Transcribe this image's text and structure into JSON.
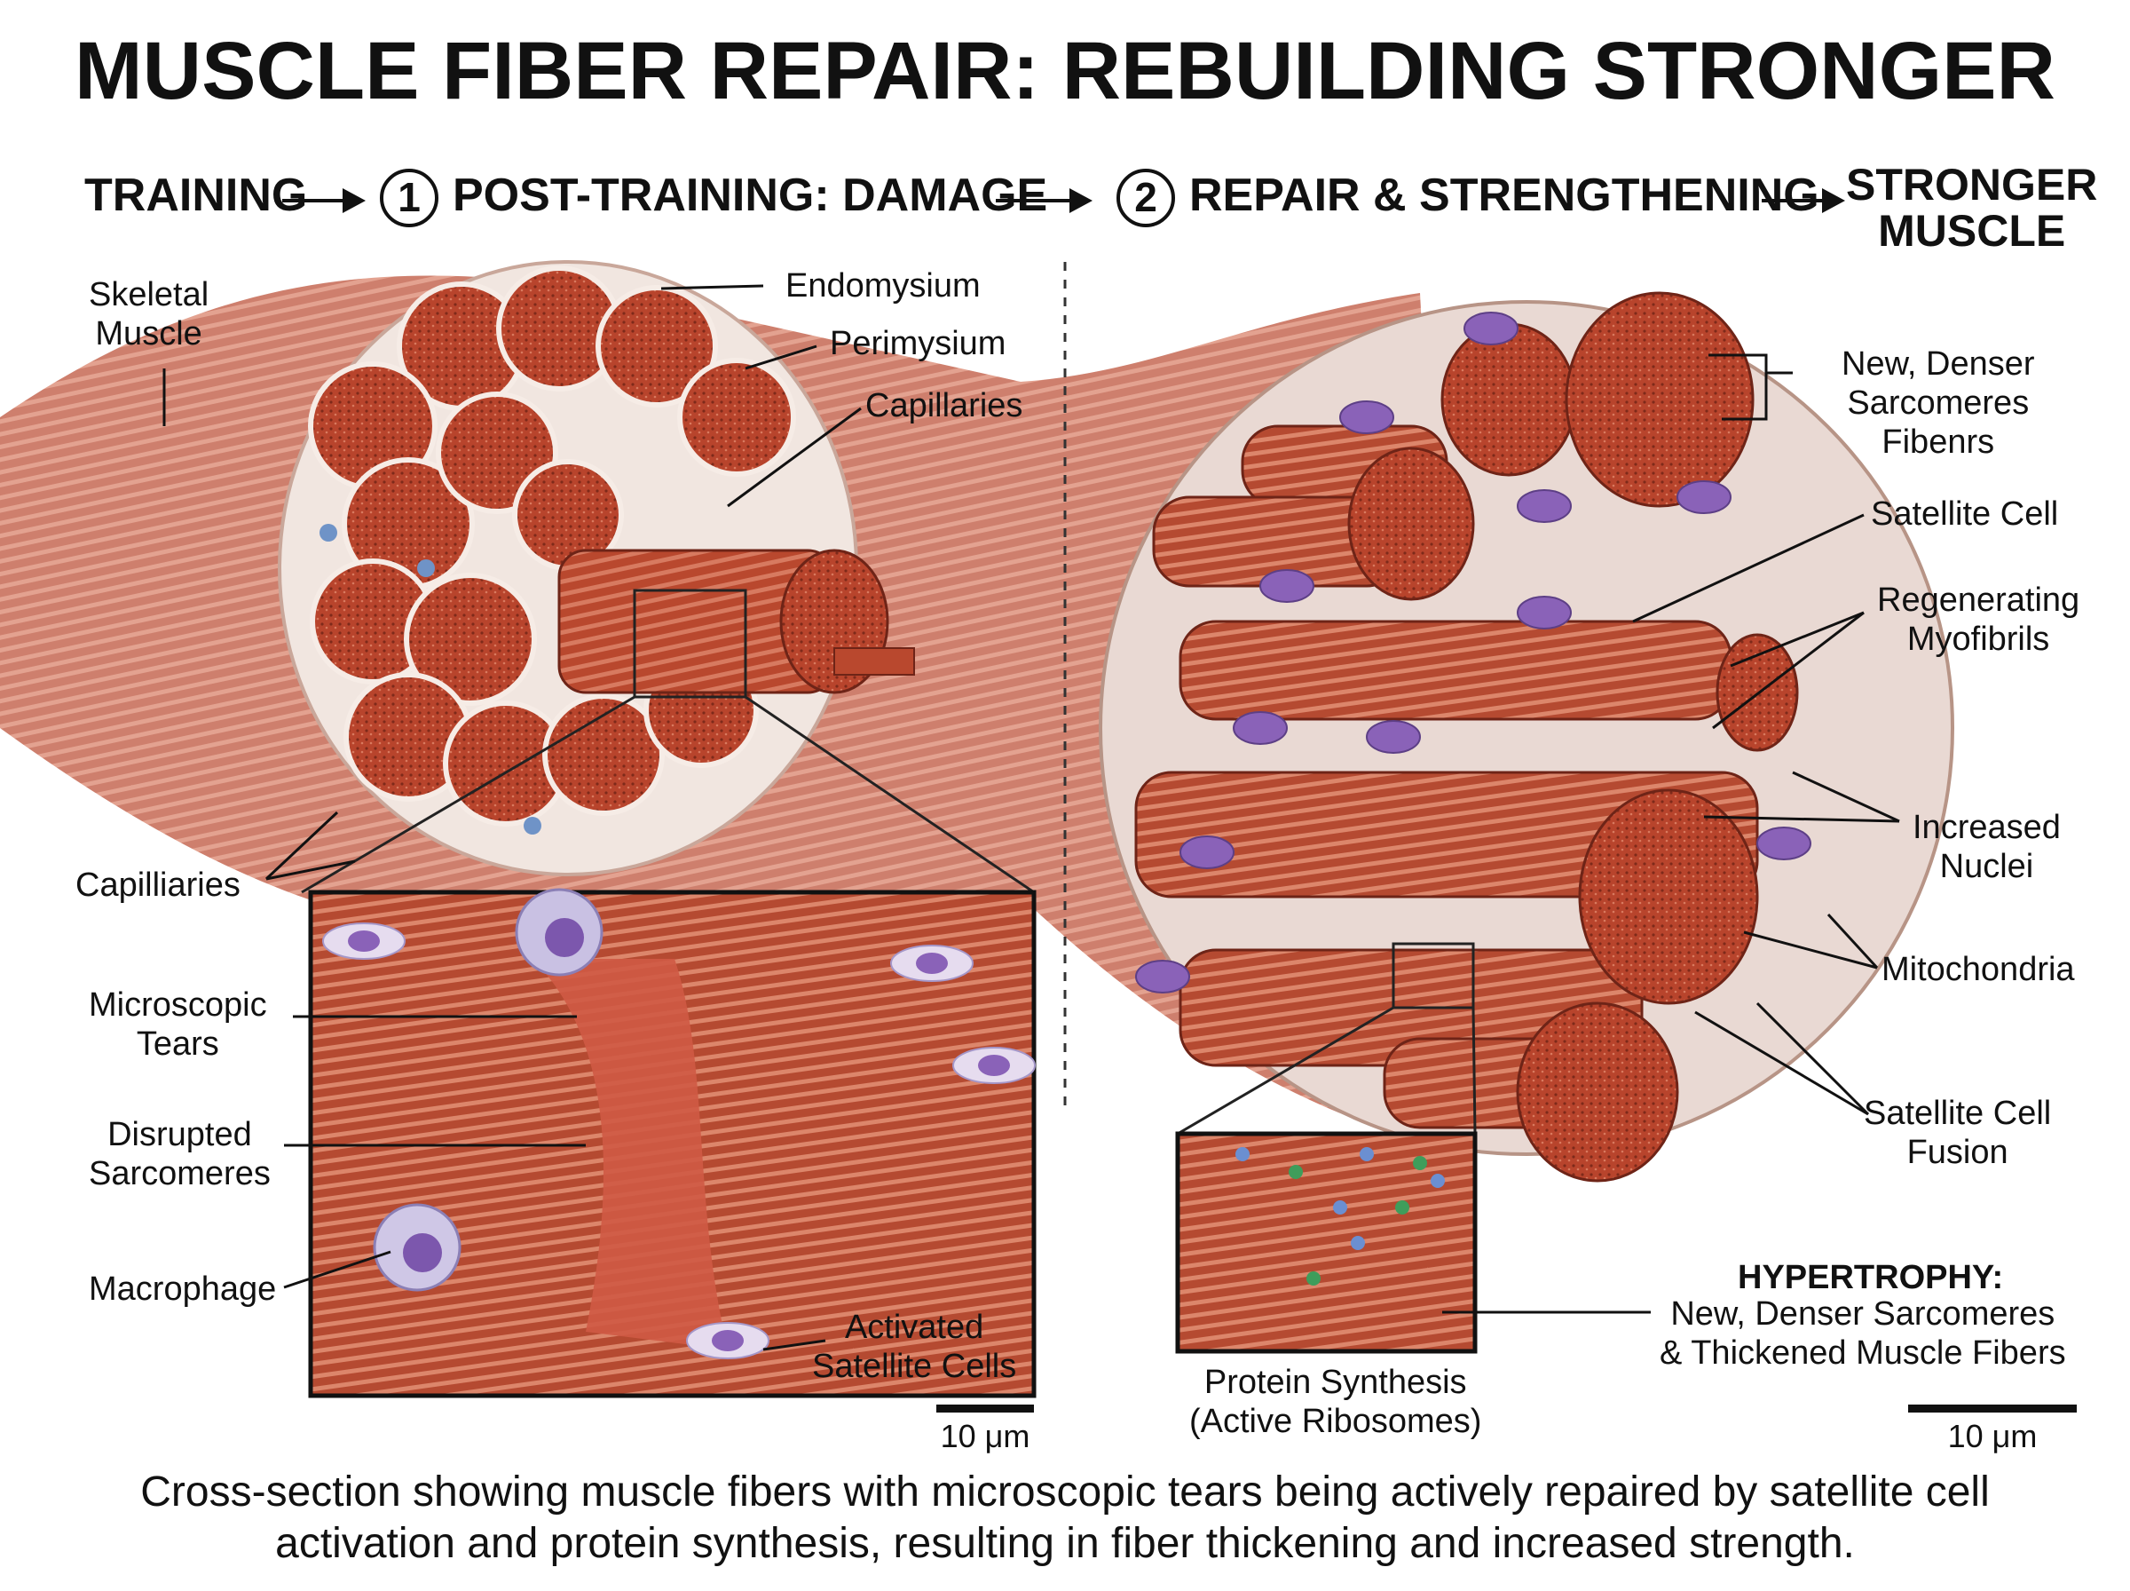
{
  "title": "MUSCLE FIBER REPAIR: REBUILDING STRONGER",
  "flow": {
    "training": "TRAINING",
    "step1_num": "1",
    "step1": "POST-TRAINING: DAMAGE",
    "step2_num": "2",
    "step2": "REPAIR & STRENGTHENING",
    "result": "STRONGER\nMUSCLE"
  },
  "labels_left": {
    "skeletal_muscle": "Skeletal\nMuscle",
    "endomysium": "Endomysium",
    "perimysium": "Perimysium",
    "capillaries_top": "Capillaries",
    "capilliaries_bottom": "Capilliaries",
    "microscopic_tears": "Microscopic\nTears",
    "disrupted_sarcomeres": "Disrupted\nSarcomeres",
    "macrophage": "Macrophage",
    "activated_satellite_cells": "Activated\nSatellite Cells"
  },
  "labels_right": {
    "new_denser": "New, Denser\nSarcomeres\nFibenrs",
    "satellite_cell": "Satellite Cell",
    "regenerating_myofibrils": "Regenerating\nMyofibrils",
    "increased_nuclei": "Increased\nNuclei",
    "mitochondria": "Mitochondria",
    "satellite_cell_fusion": "Satellite Cell\nFusion",
    "hypertrophy_title": "HYPERTROPHY:",
    "hypertrophy_text": "New, Denser Sarcomeres\n& Thickened Muscle Fibers",
    "protein_synthesis": "Protein Synthesis\n(Active Ribosomes)"
  },
  "scale_left": "10 μm",
  "scale_right": "10 μm",
  "caption": "Cross-section showing muscle fibers with microscopic tears being actively repaired by satellite cell\nactivation and protein synthesis, resulting in fiber thickening and increased strength.",
  "colors": {
    "muscle": "#b4482f",
    "muscle_light": "#d9806a",
    "connective": "#efe3dc",
    "nucleus": "#8a6bb8",
    "ink": "#111111"
  }
}
